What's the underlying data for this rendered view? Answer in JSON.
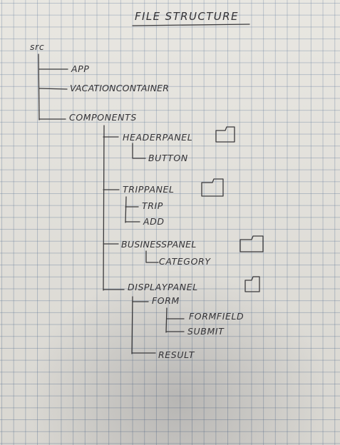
{
  "title": "FILE STRUCTURE",
  "tree": {
    "root": "src",
    "app": "APP",
    "vacation_container": "VACATIONCONTAINER",
    "components": "COMPONENTS",
    "header_panel": "HEADERPANEL",
    "button": "BUTTON",
    "trip_panel": "TRIPPANEL",
    "trip": "TRIP",
    "add": "ADD",
    "business_panel": "BUSINESSPANEL",
    "category": "CATEGORY",
    "display_panel": "DISPLAYPANEL",
    "form": "FORM",
    "form_field": "FORMFIELD",
    "submit": "SUBMIT",
    "result": "RESULT"
  },
  "folder_icons": [
    "folder-icon",
    "folder-icon",
    "folder-icon",
    "folder-icon"
  ],
  "colors": {
    "paper": "#e6e4de",
    "grid": "#5c7696",
    "ink": "#3b3a3c"
  }
}
